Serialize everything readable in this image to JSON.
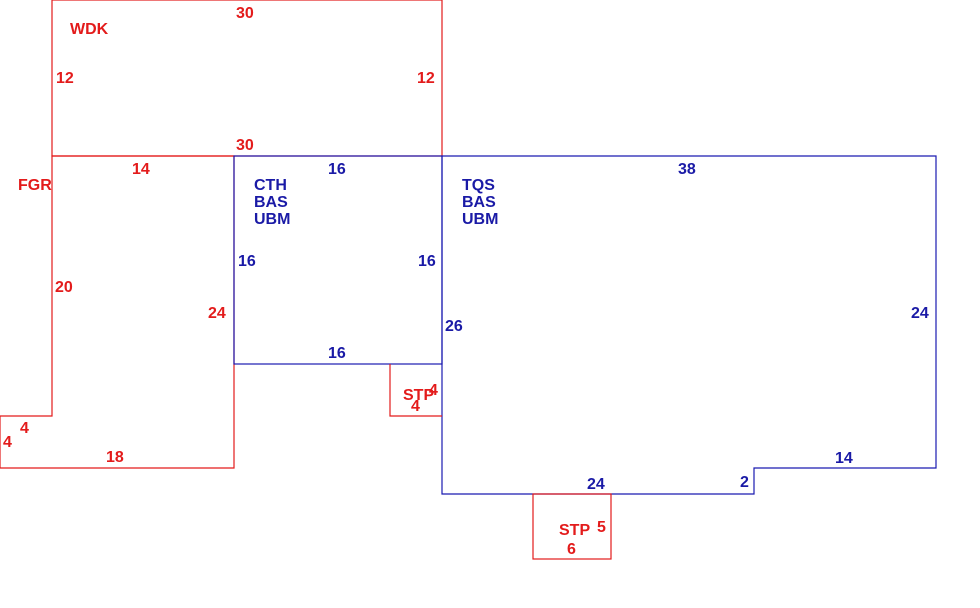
{
  "colors": {
    "red": "#e31b1b",
    "blue": "#1a1aa6"
  },
  "areas": {
    "wdk": {
      "label": "WDK",
      "dims": {
        "top": "30",
        "bottom": "30",
        "left": "12",
        "right": "12"
      }
    },
    "fgr": {
      "label": "FGR",
      "dims": {
        "top": "14",
        "left": "20",
        "right": "24",
        "bottom": "18",
        "step_h": "4",
        "step_v": "4"
      }
    },
    "cth": {
      "labels": [
        "CTH",
        "BAS",
        "UBM"
      ],
      "dims": {
        "top": "16",
        "left": "16",
        "right": "16",
        "bottom": "16"
      }
    },
    "tqs": {
      "labels": [
        "TQS",
        "BAS",
        "UBM"
      ],
      "dims": {
        "top": "38",
        "left": "26",
        "right": "24",
        "bottom_right": "14",
        "jog": "2",
        "bottom": "24"
      }
    },
    "stp_upper": {
      "label": "STP",
      "dims": {
        "bottom": "4",
        "side": "4"
      }
    },
    "stp_lower": {
      "label": "STP",
      "dims": {
        "bottom": "6",
        "side": "5"
      }
    }
  }
}
